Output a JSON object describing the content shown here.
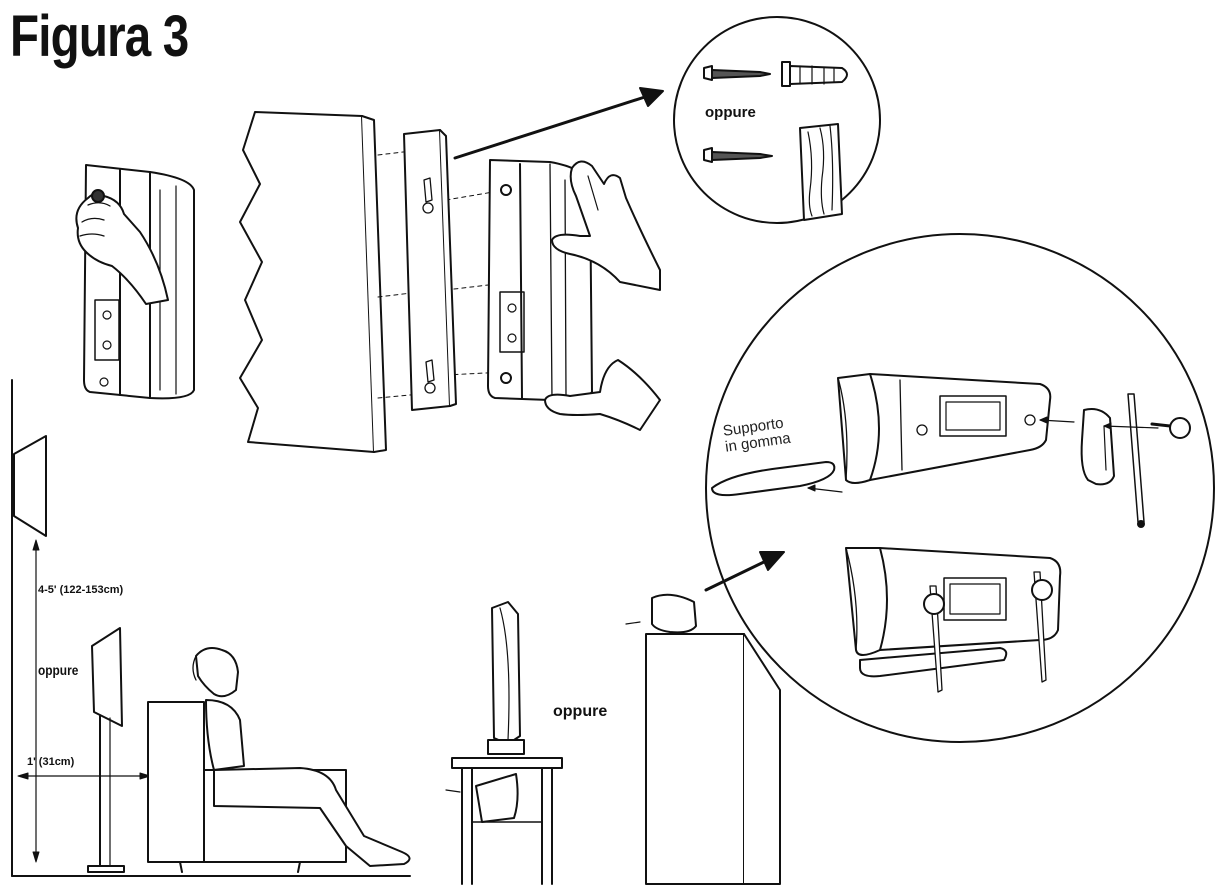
{
  "figure": {
    "title": "Figura 3"
  },
  "labels": {
    "oppure_top": "oppure",
    "oppure_left": "oppure",
    "oppure_middle": "oppure",
    "mount_height": "4-5' (122-153cm)",
    "side_distance": "1' (31cm)",
    "rubber_support_line1": "Supporto",
    "rubber_support_line2": "in gomma"
  },
  "colors": {
    "ink": "#111111",
    "paper": "#ffffff"
  }
}
